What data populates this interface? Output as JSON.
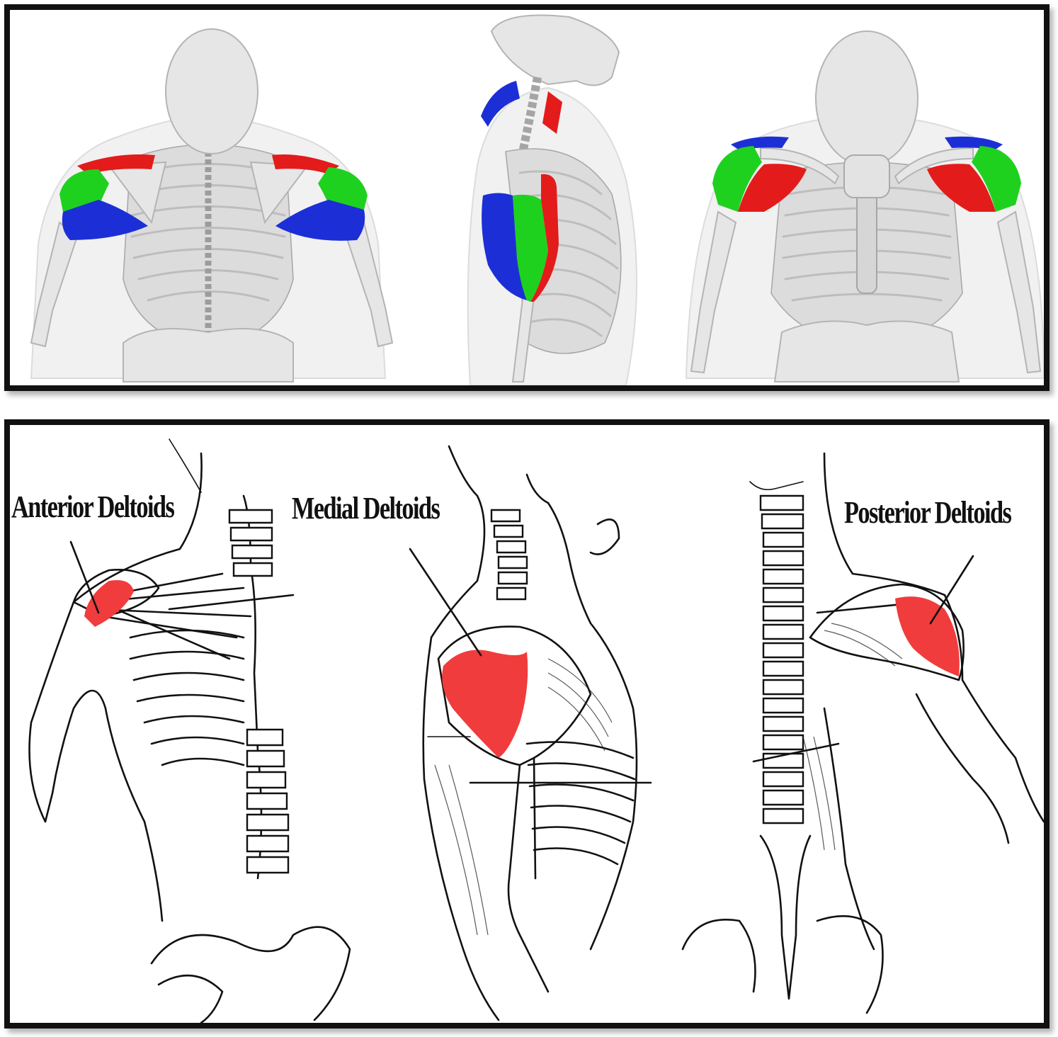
{
  "labels": {
    "anterior": "Anterior Deltoids",
    "medial": "Medial Deltoids",
    "posterior": "Posterior Deltoids"
  },
  "colors": {
    "anterior_head": "#e31b1b",
    "medial_head": "#1fd11f",
    "posterior_head": "#1c2fd6",
    "highlight_red": "#f03c3c",
    "frame": "#111111"
  },
  "views": {
    "top": [
      "rear-3d-view",
      "side-3d-view",
      "front-3d-view"
    ],
    "bottom": [
      "anterior-sketch",
      "medial-sketch",
      "posterior-sketch"
    ]
  }
}
